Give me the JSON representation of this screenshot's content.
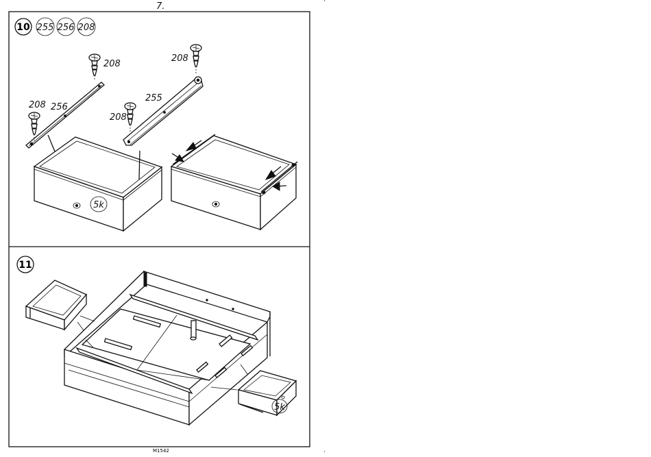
{
  "page": {
    "number": "7.",
    "code": "M1542"
  },
  "step10": {
    "number": "10",
    "parts": [
      "255",
      "256",
      "208"
    ],
    "labels": {
      "screw_top_left": "208",
      "screw_left": "208",
      "rail_left": "256",
      "screw_mid": "208",
      "rail_right": "255",
      "screw_top_right": "208",
      "handle": "5k"
    }
  },
  "step11": {
    "number": "11",
    "labels": {
      "handle": "5k"
    }
  }
}
